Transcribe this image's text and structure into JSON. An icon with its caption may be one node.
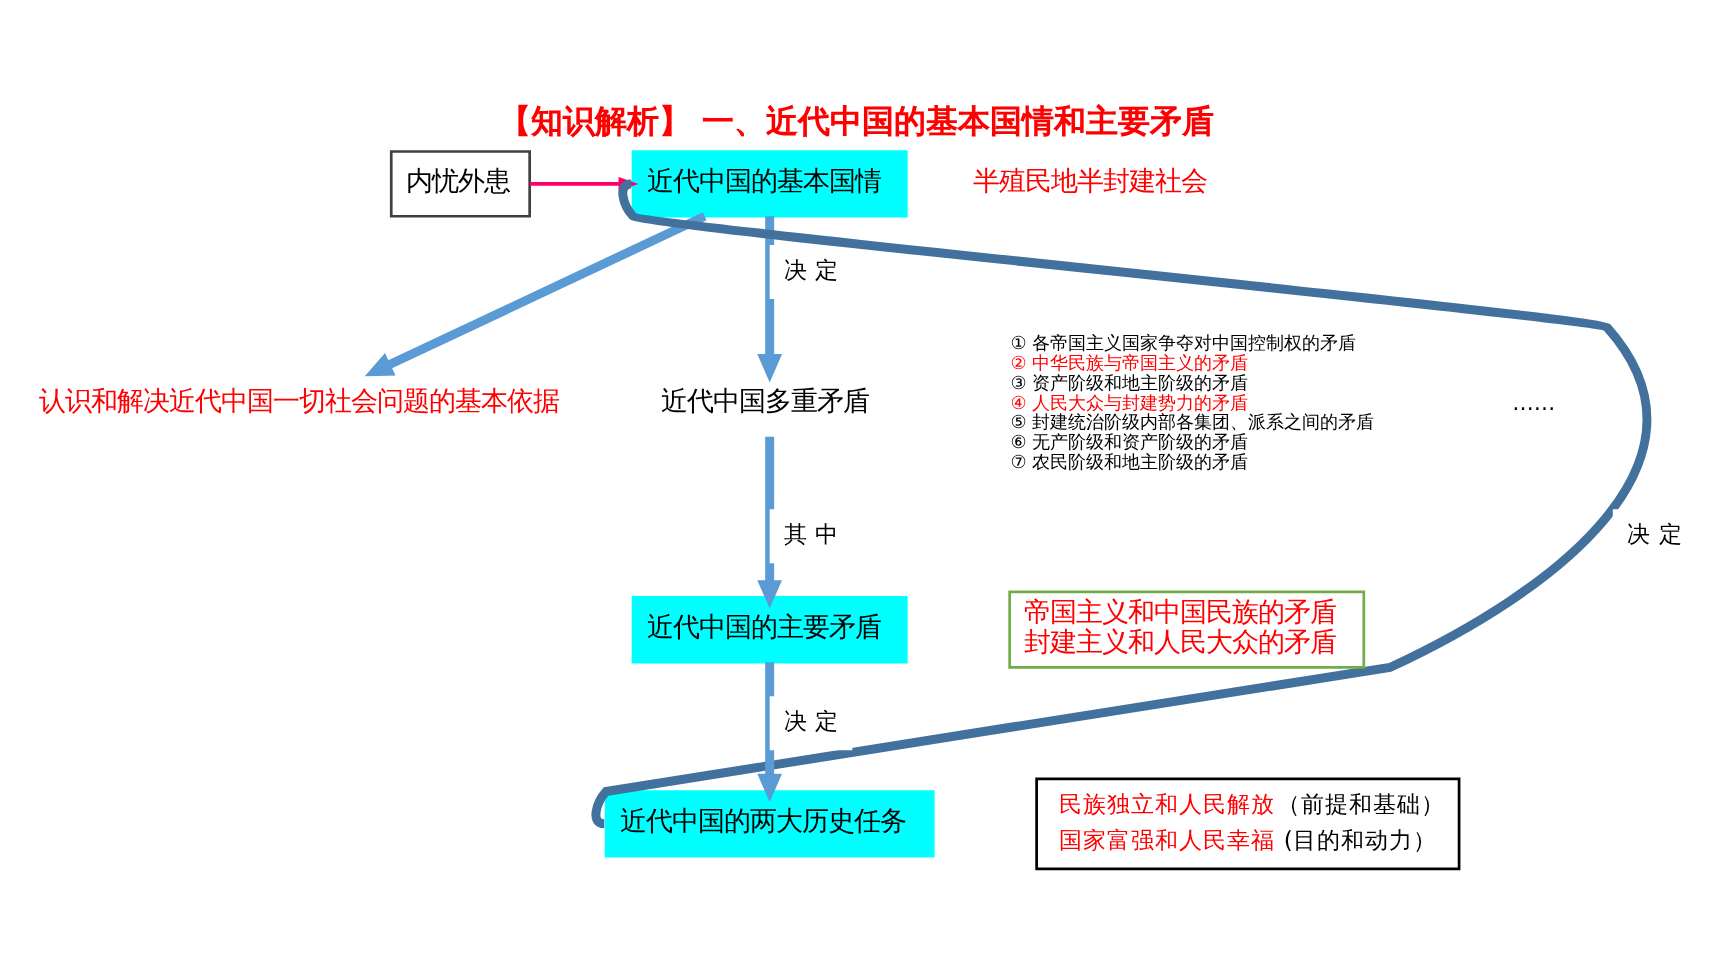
{
  "diagram": {
    "title": "【知识解析】 一、近代中国的基本国情和主要矛盾",
    "nodes": [
      {
        "text": [
          "内忧外患"
        ]
      },
      {
        "text": [
          "近代中国的基本国情"
        ]
      },
      {
        "text": [
          "半殖民地半封建社会"
        ]
      },
      {
        "text": [
          "认识和解决近代中国一切社会问题的基本依据"
        ]
      },
      {
        "text": [
          "近代中国多重矛盾"
        ]
      },
      {
        "text": [
          "① 各帝国主义国家争夺对中国控制权的矛盾",
          "② 中华民族与帝国主义的矛盾",
          "③ 资产阶级和地主阶级的矛盾",
          "④ 人民大众与封建势力的矛盾",
          "⑤ 封建统治阶级内部各集团、派系之间的矛盾",
          "⑥ 无产阶级和资产阶级的矛盾",
          "⑦ 农民阶级和地主阶级的矛盾"
        ]
      },
      {
        "text": [
          "近代中国的主要矛盾"
        ]
      },
      {
        "text": [
          "帝国主义和中国民族的矛盾",
          "封建主义和人民大众的矛盾"
        ]
      },
      {
        "text": [
          "近代中国的两大历史任务"
        ]
      },
      {
        "text": [
          "民族独立和人民解放",
          "国家富强和人民幸福",
          "（前提和基础）",
          "(目的和动力）"
        ]
      }
    ],
    "edges": [
      {
        "from": 0,
        "to": 1,
        "arrow": "to",
        "color": "#ff0066"
      },
      {
        "from": 1,
        "to": 3,
        "arrow": "to"
      },
      {
        "from": 1,
        "to": 4,
        "arrow": "to",
        "label": "决 定"
      },
      {
        "from": 4,
        "to": 6,
        "arrow": "to",
        "label": "其 中"
      },
      {
        "from": 6,
        "to": 8,
        "arrow": "to",
        "label": "决 定"
      },
      {
        "from": 1,
        "to": 8,
        "arrow": "none",
        "label": "决 定",
        "color": "#41719c"
      }
    ],
    "labels": [
      "……"
    ]
  }
}
